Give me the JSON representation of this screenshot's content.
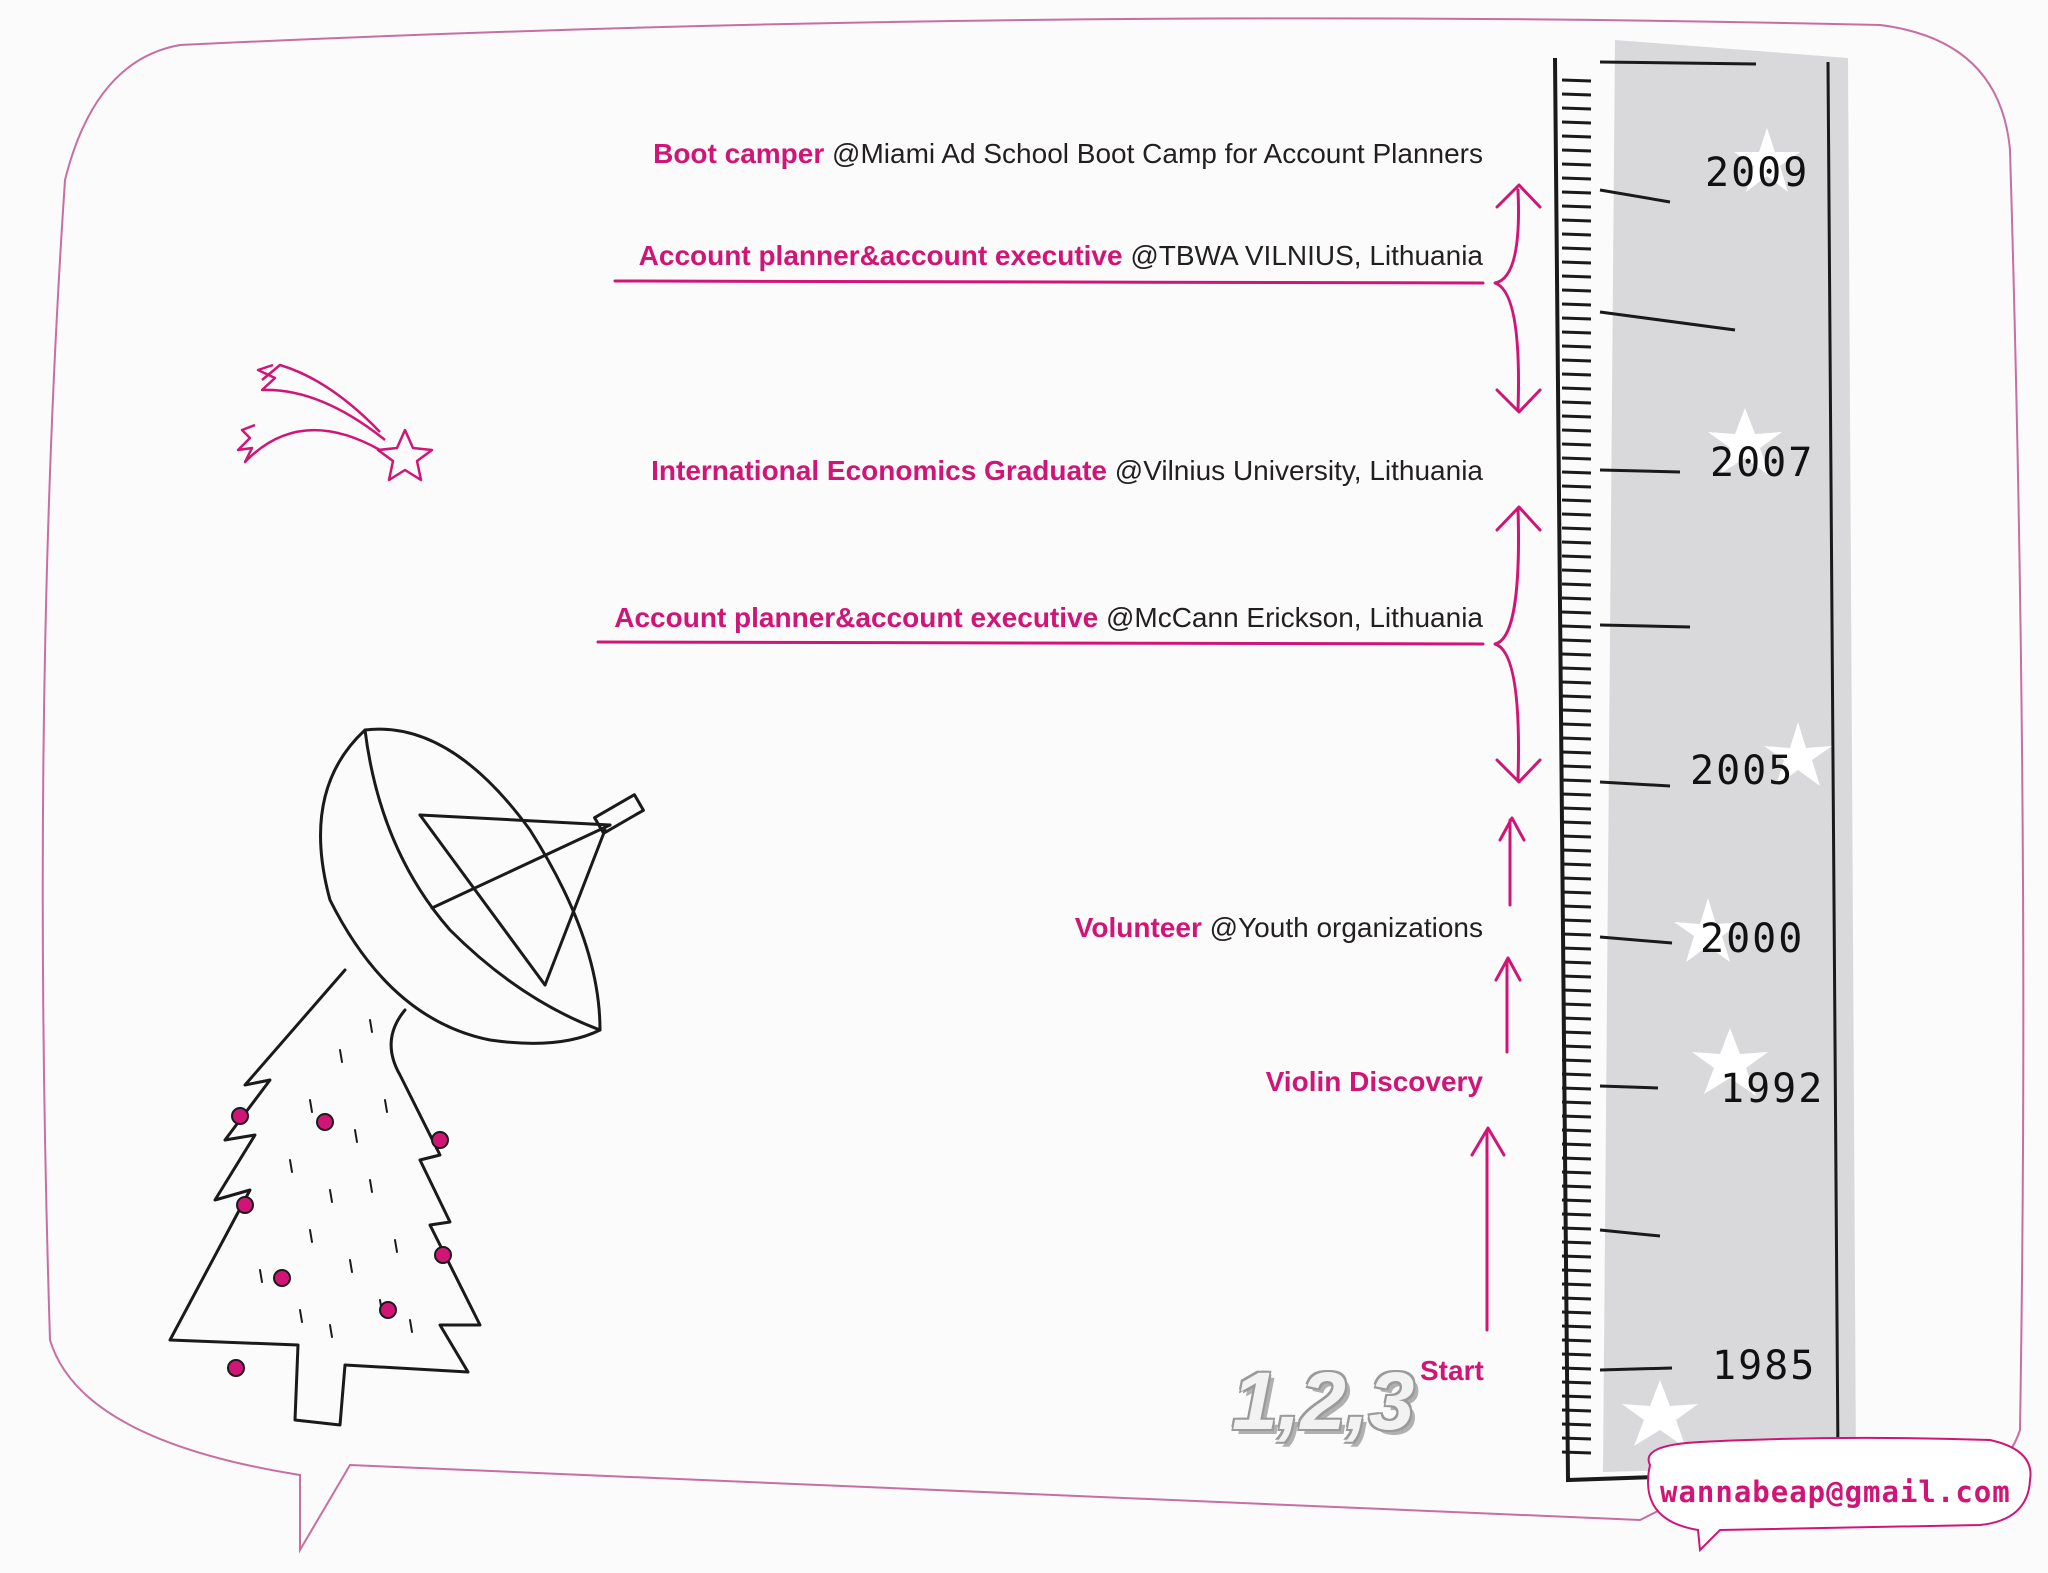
{
  "timeline": {
    "entries": [
      {
        "role": "Boot camper",
        "org": " @Miami Ad School Boot Camp for Account Planners"
      },
      {
        "role": "Account planner&account executive",
        "org": " @TBWA VILNIUS, Lithuania"
      },
      {
        "role": "International Economics Graduate",
        "org": " @Vilnius University, Lithuania"
      },
      {
        "role": "Account planner&account executive",
        "org": " @McCann Erickson, Lithuania"
      },
      {
        "role": "Volunteer",
        "org": " @Youth organizations"
      },
      {
        "role": "Violin Discovery",
        "org": ""
      }
    ],
    "start_label": "Start",
    "counter": "1,2,3"
  },
  "ruler": {
    "years": [
      "2009",
      "2007",
      "2005",
      "2000",
      "1992",
      "1985"
    ]
  },
  "contact": {
    "email": "wannabeap@gmail.com"
  },
  "colors": {
    "accent": "#d11577",
    "ruler_fill": "#d9d9db",
    "frame": "#c76fa0"
  }
}
